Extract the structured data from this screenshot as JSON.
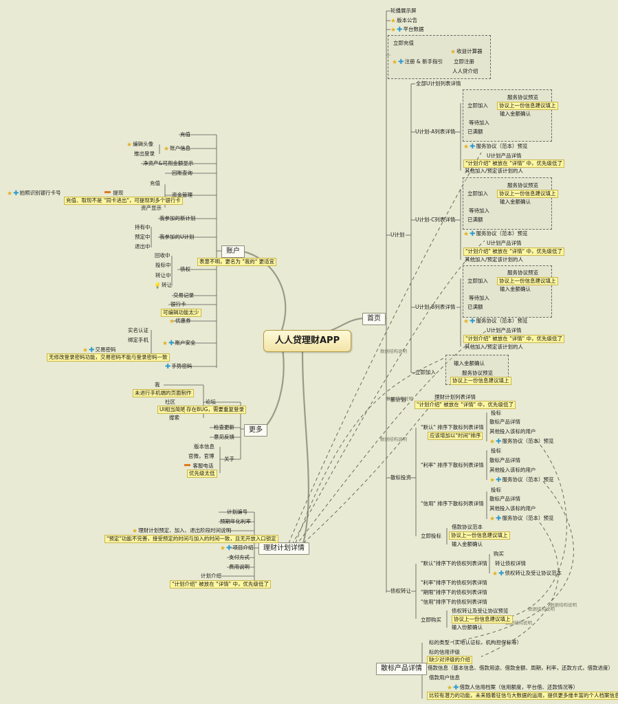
{
  "root": "人人贷理财APP",
  "branches": {
    "home": "首页",
    "account": "账户",
    "more": "更多",
    "plan_detail": "理财计划详情",
    "loan_detail": "散标产品详情"
  },
  "home": {
    "carousel": "轮播展示屏",
    "notice": "版本公告",
    "platform_data": "平台数据",
    "recharge_now": "立即充值",
    "register_guide": "注册 & 新手指引",
    "income_calc": "收益计算器",
    "register_now": "立即注册",
    "rr_intro": "人人贷介绍",
    "u_plan": "U计划",
    "all_u_list": "全部U计划列表详情",
    "u_plan_a": "U计划-A列表详情",
    "u_plan_c": "U计划-C列表详情",
    "u_plan_b": "U计划-B列表详情",
    "join_now": "立即加入",
    "service_preview": "服务协议预览",
    "agreement_note": "协议上一份信息建议填上",
    "enter_amount": "输入金额确认",
    "waiting_join": "等待加入",
    "full": "已满额",
    "service_agreement": "服务协议（范本）预览",
    "u_product_detail": "U计划产品详情",
    "plan_intro_note": "\"计划介绍\" 被放在 \"详情\" 中，优先级低了",
    "others_joined": "其他加入/预定该计划的人",
    "new_plan": "新计划",
    "plan_list_detail": "理财计划列表详情",
    "input_amount_confirm": "输入金额确认",
    "loan_invest": "散标投资",
    "default_sort": "\"默认\" 排序下散标列表详情",
    "default_sort_note": "应该增加以\"时间\"排序",
    "rate_sort": "\"利率\" 排序下散标列表详情",
    "credit_sort": "\"信用\" 排序下散标列表详情",
    "bid": "投标",
    "loan_product_detail": "散标产品详情",
    "other_bidders": "其他投入该标的用户",
    "loan_service_agreement": "服务协议（范本）预览",
    "bid_now": "立即投标",
    "loan_agreement": "借款协议范本",
    "debt_transfer": "债权转让",
    "debt_default": "\"默认\"排序下的债权列表详情",
    "buy": "购买",
    "transfer_detail": "转让债权详情",
    "transfer_agreement": "债权转让及受让协议范本",
    "debt_rate": "\"利率\"排序下的债权列表详情",
    "debt_term": "\"期限\"排序下的债权列表详情",
    "debt_credit": "\"信用\"排序下的债权列表详情",
    "buy_now": "立即购买",
    "transfer_preview": "债权转让及受让协议预览",
    "input_share": "输入份额确认"
  },
  "account": {
    "recharge": "充值",
    "edit_avatar": "编辑头像",
    "logout": "推出登录",
    "account_info": "账户信息",
    "net_assets": "净资产&可用金额显示",
    "repay_query": "回账查询",
    "bank_scan": "拍照识别银行卡号",
    "withdraw": "提现",
    "withdraw_note": "充值、取现不是 \"同卡进出\"，可提现到多个银行卡",
    "recharge2": "充值",
    "fund_mgmt": "资金管理",
    "asset_display": "资产显示",
    "my_new_plan": "我参加的新计划",
    "holding": "持有中",
    "booking": "预定中",
    "exited": "退出中",
    "my_u_plan": "我参加的U计划",
    "account_note": "表意不明，更名为 \"我的\" 更适宜",
    "recovering": "回收中",
    "bidding": "投标中",
    "transferring": "转让中",
    "transfer": "转让",
    "debt": "债权",
    "trade_records": "交易记录",
    "bank_card": "银行卡",
    "bank_note": "可编辑功能太少",
    "coupon": "优惠券",
    "real_name": "实名认证",
    "bind_phone": "绑定手机",
    "trade_pwd": "交易密码",
    "security": "账户安全",
    "pwd_note": "无修改登录密码功能，交易密码不能与登录密码一致",
    "gesture_pwd": "手势密码"
  },
  "more": {
    "i": "我",
    "i_note": "未进行手机端的页面制作",
    "community": "社区",
    "ui_note": "UI相当简陋",
    "forum": "论坛",
    "bug_note": "存在BUG，需要重复登录",
    "search": "搜索",
    "check_update": "检查更新",
    "feedback": "意见反馈",
    "version": "版本信息",
    "official": "官微，官博",
    "hotline": "客服电话",
    "hotline_note": "优先级太低",
    "about": "关于"
  },
  "plan": {
    "plan_no": "计划编号",
    "annual_rate": "预期年化利率",
    "flow_note": "理财计划预定、加入、退出阶段时间说明",
    "flow_note2": "\"预定\"功能不完善，接受预定的时间与加入的时间一致，且无开放入口锁定",
    "project_intro": "项目介绍",
    "payment": "支付方式",
    "fee": "费用说明",
    "plan_intro": "计划介绍",
    "plan_intro_note": "\"计划介绍\" 被放在 \"详情\" 中，优先级低了"
  },
  "loan": {
    "type": "标的类型（实地认证标，机构担保标等）",
    "credit_rating": "标的信用评级",
    "rating_note": "缺少对评级的介绍",
    "basic_info": "借款信息（基本信息、借款用途、借款金额、周期，利率，还款方式，借款进度）",
    "user_info": "借款用户信息",
    "credit_file": "借款人信用档案（信用额度，平台借、还款情况等）",
    "credit_note": "比较有潜力的功能，未来随着征信与大数据的运用，提供更多维丰富的个人档案信息"
  },
  "relations": {
    "data_note": "数据结构说明"
  }
}
